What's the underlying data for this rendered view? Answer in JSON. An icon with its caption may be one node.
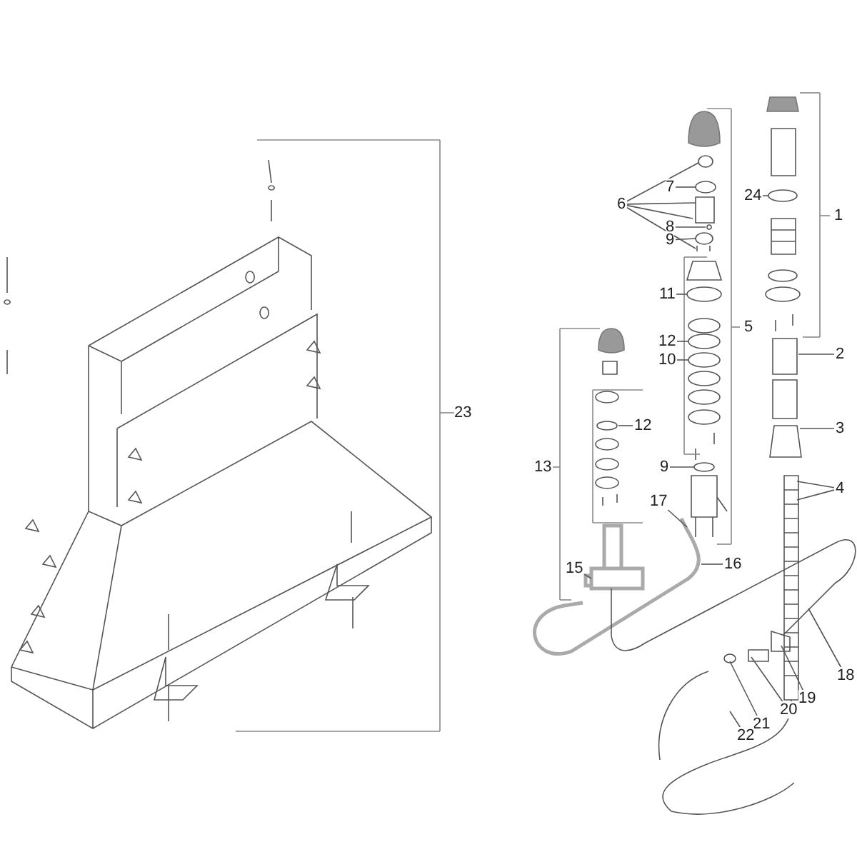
{
  "diagram": {
    "nodes": [
      {
        "text": [
          "7"
        ]
      },
      {
        "text": [
          "6"
        ]
      },
      {
        "text": [
          "8"
        ]
      },
      {
        "text": [
          "9"
        ]
      },
      {
        "text": [
          "24"
        ]
      },
      {
        "text": [
          "11"
        ]
      },
      {
        "text": [
          "12"
        ]
      },
      {
        "text": [
          "10"
        ]
      },
      {
        "text": [
          "2"
        ]
      },
      {
        "text": [
          "12"
        ]
      },
      {
        "text": [
          "3"
        ]
      },
      {
        "text": [
          "9"
        ]
      },
      {
        "text": [
          "4"
        ]
      },
      {
        "text": [
          "17"
        ]
      },
      {
        "text": [
          "15"
        ]
      },
      {
        "text": [
          "16"
        ]
      },
      {
        "text": [
          "18"
        ]
      },
      {
        "text": [
          "19"
        ]
      },
      {
        "text": [
          "20"
        ]
      },
      {
        "text": [
          "21"
        ]
      },
      {
        "text": [
          "22"
        ]
      },
      {
        "text": [
          "1"
        ]
      },
      {
        "text": [
          "5"
        ]
      },
      {
        "text": [
          "13"
        ]
      },
      {
        "text": [
          "23"
        ]
      }
    ],
    "edges": [
      {
        "from": 0,
        "to": null,
        "arrow": "none"
      },
      {
        "from": 1,
        "to": null,
        "arrow": "none"
      },
      {
        "from": 1,
        "to": null,
        "arrow": "none"
      },
      {
        "from": 1,
        "to": null,
        "arrow": "none"
      },
      {
        "from": 1,
        "to": null,
        "arrow": "none"
      },
      {
        "from": 2,
        "to": null,
        "arrow": "none"
      },
      {
        "from": 3,
        "to": null,
        "arrow": "none"
      },
      {
        "from": 4,
        "to": null,
        "arrow": "none"
      },
      {
        "from": 5,
        "to": null,
        "arrow": "none"
      },
      {
        "from": 6,
        "to": null,
        "arrow": "none"
      },
      {
        "from": 7,
        "to": null,
        "arrow": "none"
      },
      {
        "from": 8,
        "to": null,
        "arrow": "none"
      },
      {
        "from": 9,
        "to": null,
        "arrow": "none"
      },
      {
        "from": 10,
        "to": null,
        "arrow": "none"
      },
      {
        "from": 11,
        "to": null,
        "arrow": "none"
      },
      {
        "from": 12,
        "to": null,
        "arrow": "none"
      },
      {
        "from": 12,
        "to": null,
        "arrow": "none"
      },
      {
        "from": 13,
        "to": null,
        "arrow": "none"
      },
      {
        "from": 14,
        "to": null,
        "arrow": "none"
      },
      {
        "from": 15,
        "to": null,
        "arrow": "none"
      },
      {
        "from": 16,
        "to": null,
        "arrow": "none"
      },
      {
        "from": 17,
        "to": null,
        "arrow": "none"
      },
      {
        "from": 18,
        "to": null,
        "arrow": "none"
      },
      {
        "from": 19,
        "to": null,
        "arrow": "none"
      },
      {
        "from": 20,
        "to": null,
        "arrow": "none"
      }
    ]
  }
}
